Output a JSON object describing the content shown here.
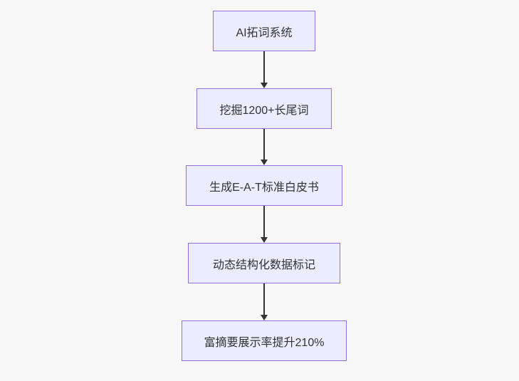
{
  "diagram": {
    "type": "flowchart",
    "direction": "top-down",
    "background_color": "#f8f8f8",
    "node_fill_color": "#ECECFF",
    "node_border_color": "#9370DB",
    "text_color": "#333333",
    "arrow_color": "#333333",
    "nodes": [
      {
        "id": "node-1",
        "label": "AI拓词系统"
      },
      {
        "id": "node-2",
        "label": "挖掘1200+长尾词"
      },
      {
        "id": "node-3",
        "label": "生成E-A-T标准白皮书"
      },
      {
        "id": "node-4",
        "label": "动态结构化数据标记"
      },
      {
        "id": "node-5",
        "label": "富摘要展示率提升210%"
      }
    ],
    "edges": [
      {
        "from": "node-1",
        "to": "node-2",
        "style": "arrow-down"
      },
      {
        "from": "node-2",
        "to": "node-3",
        "style": "arrow-down"
      },
      {
        "from": "node-3",
        "to": "node-4",
        "style": "arrow-down"
      },
      {
        "from": "node-4",
        "to": "node-5",
        "style": "arrow-down"
      }
    ]
  }
}
